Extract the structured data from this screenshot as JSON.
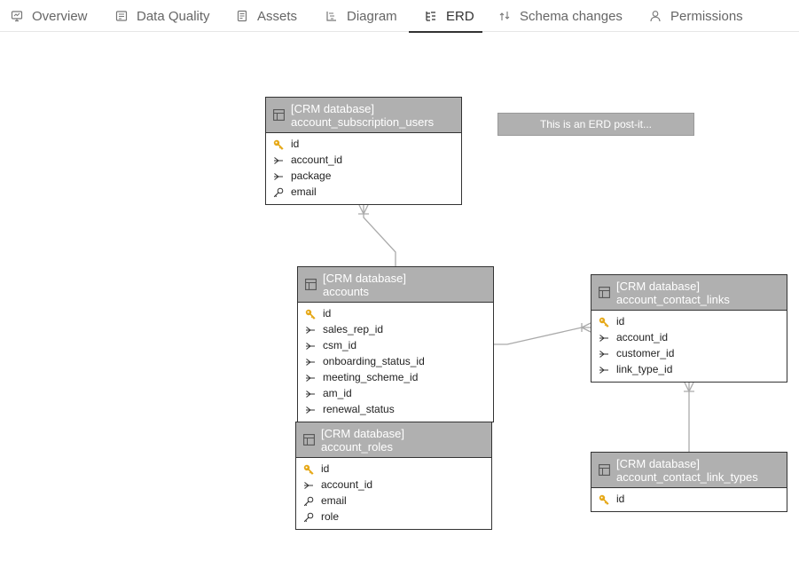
{
  "tabs": [
    {
      "label": "Overview",
      "icon": "monitor-icon"
    },
    {
      "label": "Data Quality",
      "icon": "data-quality-icon"
    },
    {
      "label": "Assets",
      "icon": "assets-icon"
    },
    {
      "label": "Diagram",
      "icon": "diagram-icon"
    },
    {
      "label": "ERD",
      "icon": "erd-icon",
      "active": true
    },
    {
      "label": "Schema changes",
      "icon": "schema-changes-icon"
    },
    {
      "label": "Permissions",
      "icon": "user-icon"
    }
  ],
  "postit": {
    "text": "This is an ERD post-it..."
  },
  "entities": [
    {
      "db": "[CRM database]",
      "name": "account_subscription_users",
      "fields": [
        {
          "name": "id",
          "icon": "primary-key-icon"
        },
        {
          "name": "account_id",
          "icon": "foreign-key-icon"
        },
        {
          "name": "package",
          "icon": "foreign-key-icon"
        },
        {
          "name": "email",
          "icon": "key-outline-icon"
        }
      ]
    },
    {
      "db": "[CRM database]",
      "name": "accounts",
      "fields": [
        {
          "name": "id",
          "icon": "primary-key-icon"
        },
        {
          "name": "sales_rep_id",
          "icon": "foreign-key-icon"
        },
        {
          "name": "csm_id",
          "icon": "foreign-key-icon"
        },
        {
          "name": "onboarding_status_id",
          "icon": "foreign-key-icon"
        },
        {
          "name": "meeting_scheme_id",
          "icon": "foreign-key-icon"
        },
        {
          "name": "am_id",
          "icon": "foreign-key-icon"
        },
        {
          "name": "renewal_status",
          "icon": "foreign-key-icon"
        }
      ]
    },
    {
      "db": "[CRM database]",
      "name": "account_roles",
      "fields": [
        {
          "name": "id",
          "icon": "primary-key-icon"
        },
        {
          "name": "account_id",
          "icon": "foreign-key-icon"
        },
        {
          "name": "email",
          "icon": "key-outline-icon"
        },
        {
          "name": "role",
          "icon": "key-outline-icon"
        }
      ]
    },
    {
      "db": "[CRM database]",
      "name": "account_contact_links",
      "fields": [
        {
          "name": "id",
          "icon": "primary-key-icon"
        },
        {
          "name": "account_id",
          "icon": "foreign-key-icon"
        },
        {
          "name": "customer_id",
          "icon": "foreign-key-icon"
        },
        {
          "name": "link_type_id",
          "icon": "foreign-key-icon"
        }
      ]
    },
    {
      "db": "[CRM database]",
      "name": "account_contact_link_types",
      "fields": [
        {
          "name": "id",
          "icon": "primary-key-icon"
        }
      ]
    }
  ],
  "colors": {
    "header_bg": "#b0b0b0",
    "primary_key": "#e6a817",
    "relation_line": "#aaaaaa"
  }
}
